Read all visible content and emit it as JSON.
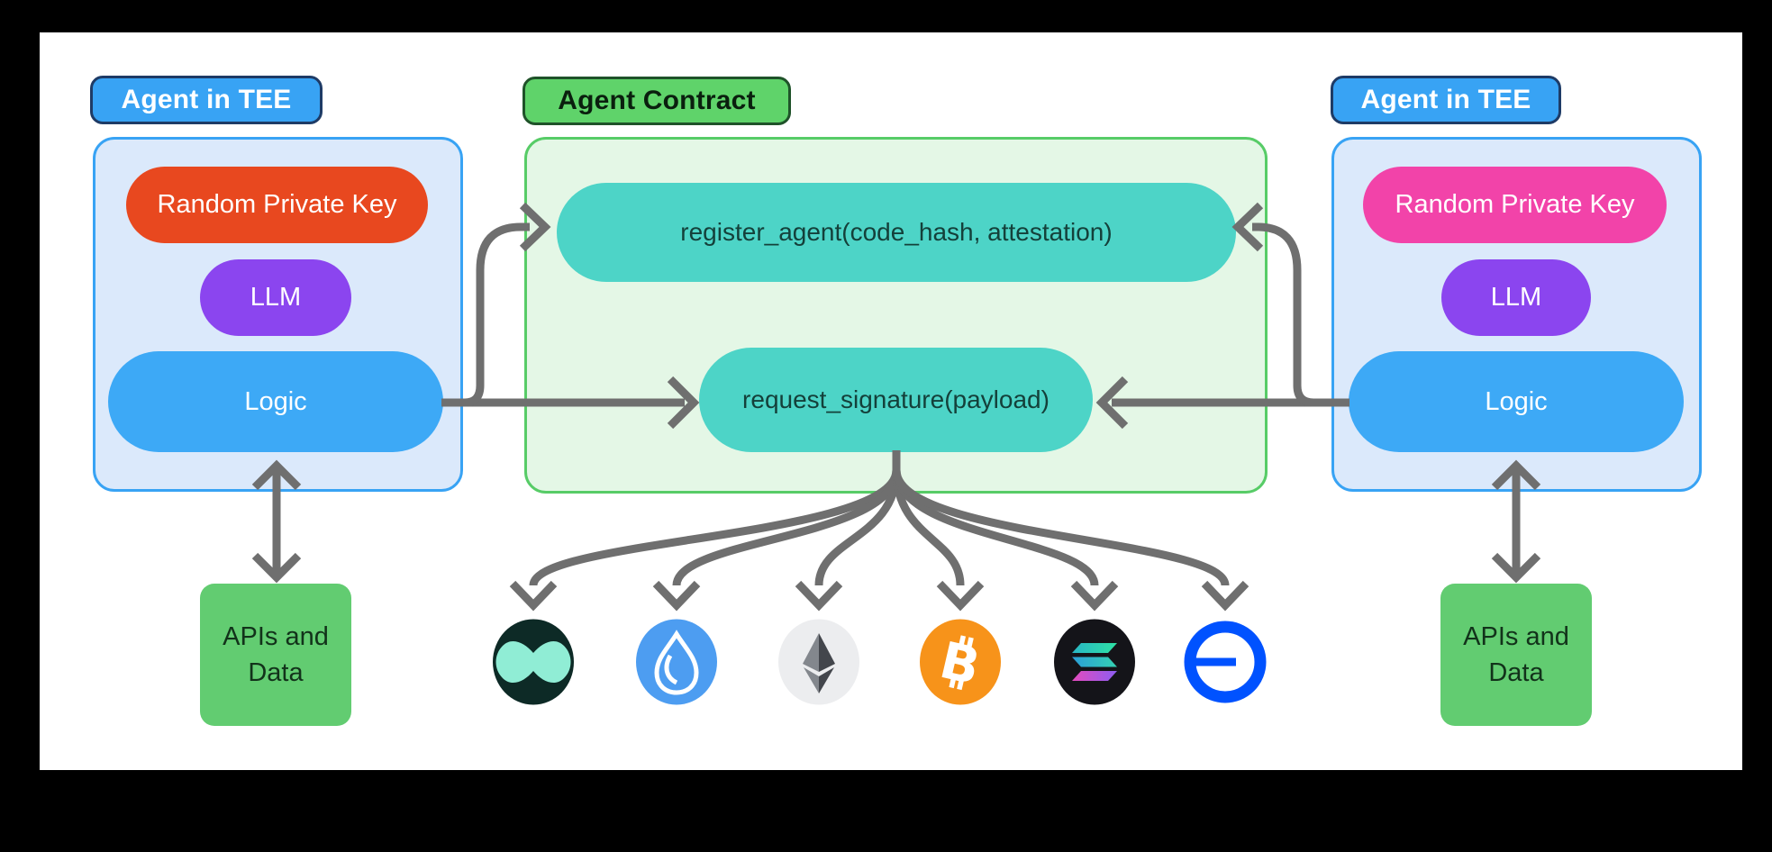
{
  "diagram": {
    "tee_left": {
      "label": "Agent in TEE",
      "private_key_label": "Random Private Key",
      "llm_label": "LLM",
      "logic_label": "Logic",
      "apis_line1": "APIs and",
      "apis_line2": "Data"
    },
    "tee_right": {
      "label": "Agent in TEE",
      "private_key_label": "Random Private Key",
      "llm_label": "LLM",
      "logic_label": "Logic",
      "apis_line1": "APIs and",
      "apis_line2": "Data"
    },
    "contract": {
      "label": "Agent Contract",
      "register_fn": "register_agent(code_hash, attestation)",
      "request_fn": "request_signature(payload)"
    },
    "chains": [
      {
        "name": "NEAR",
        "color": "#0D2A26"
      },
      {
        "name": "Sui",
        "color": "#4D9DF1"
      },
      {
        "name": "Ethereum",
        "color": "#ECEDEF"
      },
      {
        "name": "Bitcoin",
        "color": "#F7931A"
      },
      {
        "name": "Solana",
        "color": "#141419"
      },
      {
        "name": "Base",
        "color": "#0052FF"
      }
    ],
    "colors": {
      "private_key_left": "#E8481F",
      "private_key_right": "#F243A9",
      "llm": "#8B45EF",
      "logic": "#3DA9F6",
      "function_pill": "#4DD4C7",
      "apis": "#62CC71",
      "tee_accent": "#38A3F4",
      "tee_fill": "#DBE9FB",
      "tee_label_border": "#1E3B66",
      "contract_accent": "#57CC67",
      "contract_fill": "#E4F7E6",
      "contract_label": "#5FD36A",
      "arrow": "#6F6F6F"
    }
  }
}
